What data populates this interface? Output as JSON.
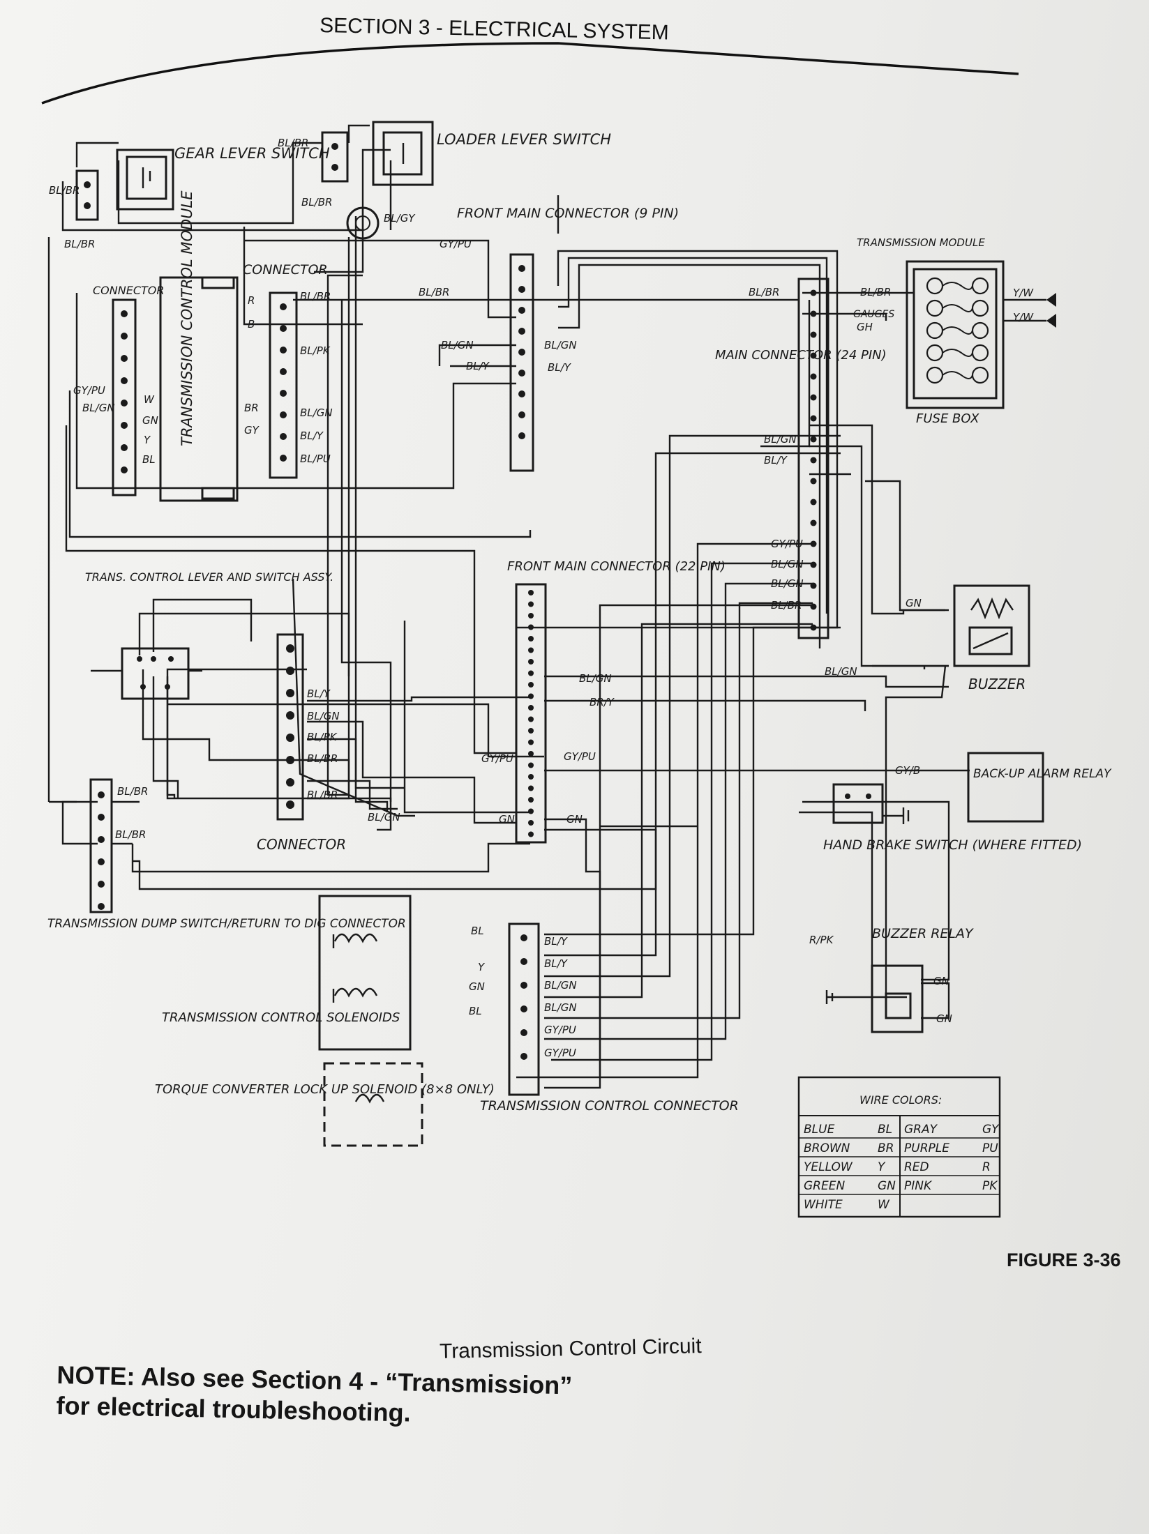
{
  "header": {
    "section_title": "SECTION 3 - ELECTRICAL SYSTEM"
  },
  "components": {
    "gear_lever_switch": "GEAR LEVER SWITCH",
    "loader_lever_switch": "LOADER LEVER SWITCH",
    "front_main_connector_9": "FRONT MAIN CONNECTOR (9 PIN)",
    "transmission_module": "TRANSMISSION MODULE",
    "gauges": "GAUGES",
    "fuse_box": "FUSE BOX",
    "connector_left": "CONNECTOR",
    "connector_top": "CONNECTOR",
    "tcm": "TRANSMISSION CONTROL MODULE",
    "main_connector_24": "MAIN CONNECTOR (24 PIN)",
    "front_main_connector_22": "FRONT MAIN CONNECTOR (22 PIN)",
    "trans_lever_assy": "TRANS. CONTROL LEVER AND SWITCH ASSY.",
    "buzzer": "BUZZER",
    "backup_relay": "BACK-UP ALARM RELAY",
    "hand_brake": "HAND BRAKE SWITCH (WHERE FITTED)",
    "connector_bottom": "CONNECTOR",
    "dump_switch": "TRANSMISSION DUMP SWITCH/RETURN TO DIG CONNECTOR",
    "buzzer_relay": "BUZZER RELAY",
    "solenoids": "TRANSMISSION CONTROL SOLENOIDS",
    "torque_converter": "TORQUE CONVERTER LOCK UP SOLENOID (8×8 ONLY)",
    "tcc": "TRANSMISSION CONTROL CONNECTOR"
  },
  "wire_labels": {
    "bl_br": "BL/BR",
    "bl_gy": "BL/GY",
    "gy_pu": "GY/PU",
    "bl_gn": "BL/GN",
    "bl_y": "BL/Y",
    "bl_pk": "BL/PK",
    "bl_pu": "BL/PU",
    "br_y": "BR/Y",
    "gy_b": "GY/B",
    "r_pk": "R/PK",
    "y_w": "Y/W",
    "gn": "GN",
    "gh": "GH",
    "bl": "BL",
    "y": "Y",
    "w": "W",
    "r": "R",
    "b": "B",
    "br": "BR",
    "gy": "GY"
  },
  "wire_colors": {
    "title": "WIRE COLORS:",
    "rows": [
      [
        "BLUE",
        "BL",
        "GRAY",
        "GY"
      ],
      [
        "BROWN",
        "BR",
        "PURPLE",
        "PU"
      ],
      [
        "YELLOW",
        "Y",
        "RED",
        "R"
      ],
      [
        "GREEN",
        "GN",
        "PINK",
        "PK"
      ],
      [
        "WHITE",
        "W",
        "",
        ""
      ]
    ]
  },
  "figure": {
    "number": "FIGURE 3-36",
    "caption": "Transmission Control Circuit"
  },
  "note": {
    "line1": "NOTE: Also see Section 4 - “Transmission”",
    "line2": "for electrical troubleshooting."
  }
}
